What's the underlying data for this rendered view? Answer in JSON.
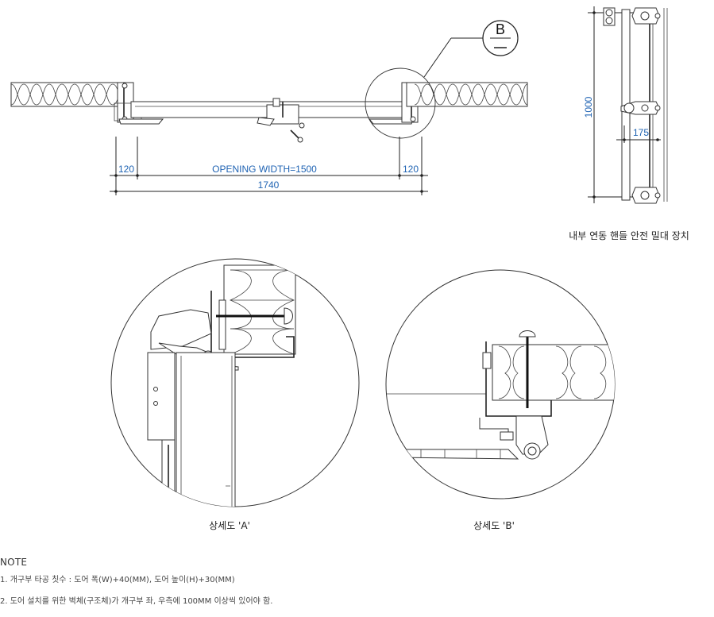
{
  "plan": {
    "detail_marker": "B",
    "dim_opening": "OPENING WIDTH=1500",
    "dim_left": "120",
    "dim_right": "120",
    "dim_total": "1740"
  },
  "side": {
    "dim_height": "1000",
    "dim_handle": "175",
    "caption": "내부 연동 핸들 안전 밀대 장치"
  },
  "details": {
    "a_caption": "상세도 'A'",
    "b_caption": "상세도 'B'"
  },
  "notes": {
    "title": "NOTE",
    "items": [
      "1. 개구부 타공 칫수 : 도어 폭(W)+40(MM), 도어 높이(H)+30(MM)",
      "2. 도어 설치를 위한 벽체(구조체)가 개구부 좌, 우측에 100MM 이상씩 있어야 함."
    ]
  },
  "colors": {
    "dimension_text": "#1f63b3",
    "line": "#222222"
  }
}
